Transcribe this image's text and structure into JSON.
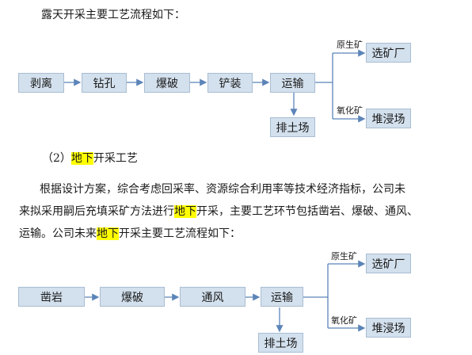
{
  "intro1": "露天开采主要工艺流程如下：",
  "flow1": {
    "steps": [
      "剥离",
      "钻孔",
      "爆破",
      "铲装",
      "运输"
    ],
    "waste": "排土场",
    "ore1_label": "原生矿",
    "ore1_dest": "选矿厂",
    "ore2_label": "氧化矿",
    "ore2_dest": "堆浸场"
  },
  "section": {
    "num": "（2）",
    "hl": "地下",
    "rest": "开采工艺"
  },
  "para": {
    "l1": "根据设计方案，综合考虑回采率、资源综合利用率等技术经济指标，公司未",
    "l2_a": "来拟采用嗣后充填采矿方法进行",
    "l2_hl": "地下",
    "l2_b": "开采，主要工艺环节包括凿岩、爆破、通风、",
    "l3_a": "运输。公司未来",
    "l3_hl": "地下",
    "l3_b": "开采主要工艺流程如下："
  },
  "flow2": {
    "steps": [
      "凿岩",
      "爆破",
      "通风",
      "运输"
    ],
    "waste": "排土场",
    "ore1_label": "原生矿",
    "ore1_dest": "选矿厂",
    "ore2_label": "氧化矿",
    "ore2_dest": "堆浸场"
  }
}
